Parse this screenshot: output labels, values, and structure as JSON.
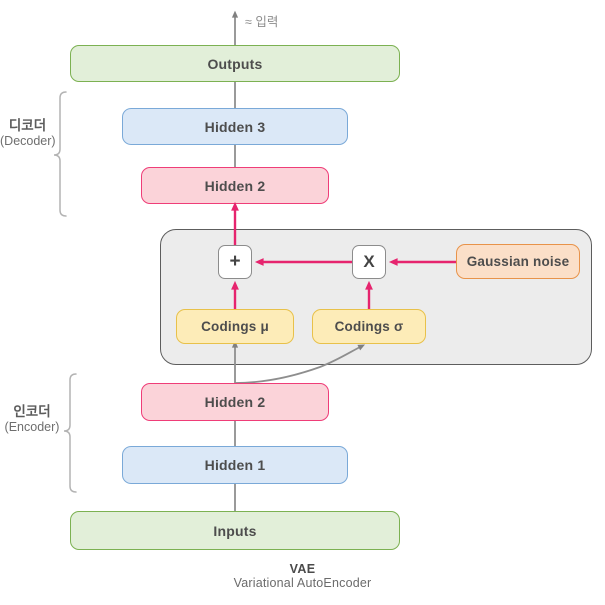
{
  "diagram": {
    "caption": {
      "title": "VAE",
      "subtitle": "Variational AutoEncoder"
    },
    "top_label": "≈ 입력",
    "groups": [
      {
        "name": "decoder",
        "ko": "디코더",
        "en": "(Decoder)"
      },
      {
        "name": "encoder",
        "ko": "인코더",
        "en": "(Encoder)"
      }
    ],
    "layers": [
      {
        "id": "outputs",
        "label": "Outputs",
        "fill": "#e2efd9",
        "stroke": "#7cb152"
      },
      {
        "id": "hidden3",
        "label": "Hidden 3",
        "fill": "#dbe8f7",
        "stroke": "#7aa9d8"
      },
      {
        "id": "hidden2dec",
        "label": "Hidden 2",
        "fill": "#fbd3d9",
        "stroke": "#ef3d78"
      },
      {
        "id": "hidden2enc",
        "label": "Hidden 2",
        "fill": "#fbd3d9",
        "stroke": "#ef3d78"
      },
      {
        "id": "hidden1",
        "label": "Hidden 1",
        "fill": "#dbe8f7",
        "stroke": "#7aa9d8"
      },
      {
        "id": "inputs",
        "label": "Inputs",
        "fill": "#e2efd9",
        "stroke": "#7cb152"
      }
    ],
    "codings": [
      {
        "id": "codings_mu",
        "label": "Codings μ",
        "fill": "#fdecb8",
        "stroke": "#e8c14a"
      },
      {
        "id": "codings_sigma",
        "label": "Codings σ",
        "fill": "#fdecb8",
        "stroke": "#e8c14a"
      }
    ],
    "noise": {
      "id": "gaussian_noise",
      "label": "Gaussian noise",
      "fill": "#fbdfc8",
      "stroke": "#e8934a"
    },
    "operators": [
      {
        "id": "add_op",
        "label": "+"
      },
      {
        "id": "multiply_op",
        "label": "X"
      }
    ],
    "colors": {
      "flow_arrow": "#808080",
      "highlight_arrow": "#e6246e",
      "panel_fill": "#ececec",
      "panel_stroke": "#5d5d5d",
      "text": "#4d4d4d"
    }
  }
}
